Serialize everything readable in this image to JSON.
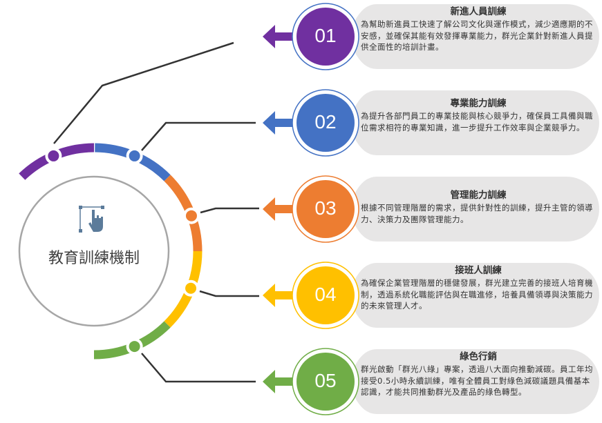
{
  "center": {
    "title": "教育訓練機制",
    "icon": "touch-select-icon"
  },
  "colors": {
    "purple": "#7030a0",
    "blue": "#4472c4",
    "orange": "#ed7d31",
    "yellow": "#ffc000",
    "green": "#70ad47",
    "bubble": "#e7e6e6",
    "icon": "#5b7b9a"
  },
  "items": [
    {
      "num": "01",
      "title": "新進人員訓練",
      "desc": "為幫助新進員工快速了解公司文化與運作模式，減少適應期的不安感，並確保其能有效發揮專業能力，群光企業針對新進人員提供全面性的培訓計畫。"
    },
    {
      "num": "02",
      "title": "專業能力訓練",
      "desc": "為提升各部門員工的專業技能與核心競爭力，確保員工具備與職位需求相符的專業知識，進一步提升工作效率與企業競爭力。"
    },
    {
      "num": "03",
      "title": "管理能力訓練",
      "desc": "根據不同管理階層的需求，提供針對性的訓練，提升主管的領導力、決策力及團隊管理能力。"
    },
    {
      "num": "04",
      "title": "接班人訓練",
      "desc": "為確保企業管理階層的穩健發展，群光建立完善的接班人培育機制，透過系統化職能評估與在職進修，培養具備領導與決策能力的未來管理人才。"
    },
    {
      "num": "05",
      "title": "綠色行銷",
      "desc": "群光啟動「群光八綠」專案，透過八大面向推動減碳。員工年均接受0.5小時永續訓練，唯有全體員工對綠色減碳議題具備基本認識，才能共同推動群光及產品的綠色轉型。"
    }
  ]
}
